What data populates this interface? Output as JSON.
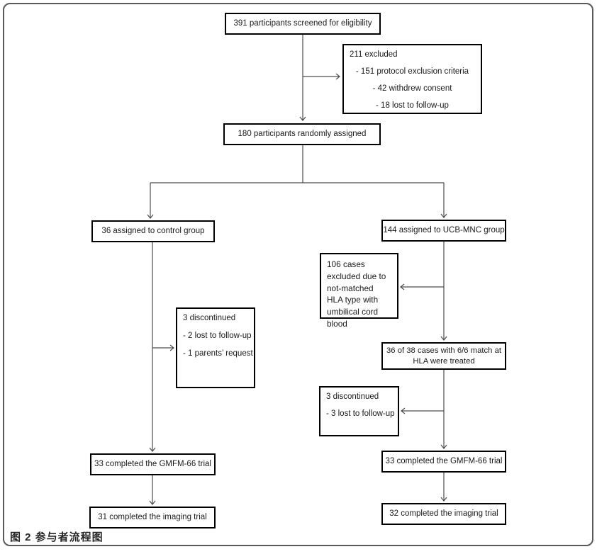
{
  "figure": {
    "caption": "图 2 参与者流程图"
  },
  "colors": {
    "box_border": "#000000",
    "connector": "#4d4d4d",
    "frame_border": "#595959",
    "background": "#ffffff",
    "text": "#1a1a1a"
  },
  "flowchart": {
    "nodes": {
      "screened": {
        "label": "391 participants screened for eligibility"
      },
      "excluded": {
        "title": "211 excluded",
        "items": [
          "- 151 protocol exclusion criteria",
          "- 42 withdrew consent",
          "- 18 lost to follow-up"
        ]
      },
      "randomized": {
        "label": "180 participants randomly assigned"
      },
      "control": {
        "label": "36 assigned to control group"
      },
      "ucb": {
        "label": "144 assigned to UCB-MNC group"
      },
      "hla_excluded": {
        "label": "106 cases excluded due to not-matched HLA type with umbilical cord blood"
      },
      "treated": {
        "lines": [
          "36 of 38 cases with 6/6 match at",
          "HLA were treated"
        ]
      },
      "discontinued_control": {
        "title": "3 discontinued",
        "items": [
          "- 2 lost to follow-up",
          "- 1 parents’ request"
        ]
      },
      "discontinued_ucb": {
        "title": "3 discontinued",
        "items": [
          "- 3 lost to follow-up"
        ]
      },
      "gmfm_control": {
        "label": "33 completed the GMFM-66 trial"
      },
      "gmfm_ucb": {
        "label": "33 completed the GMFM-66 trial"
      },
      "imaging_control": {
        "label": "31 completed the imaging trial"
      },
      "imaging_ucb": {
        "label": "32 completed the imaging trial"
      }
    }
  }
}
